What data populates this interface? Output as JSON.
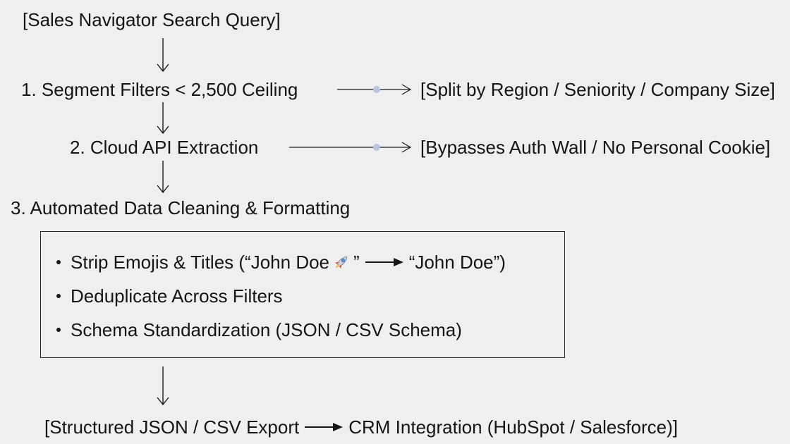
{
  "diagram": {
    "title": "[Sales Navigator Search Query]",
    "step1": {
      "label": "1. Segment Filters < 2,500 Ceiling",
      "note": "[Split by Region / Seniority / Company Size]"
    },
    "step2": {
      "label": "2. Cloud API Extraction",
      "note": "[Bypasses Auth Wall / No Personal Cookie]"
    },
    "step3": {
      "label": "3. Automated Data Cleaning & Formatting",
      "bullets": {
        "b1_before": "Strip Emojis & Titles (“John Doe",
        "b1_after": "”",
        "b1_result": "“John Doe”)",
        "b2": "Deduplicate Across Filters",
        "b3": "Schema Standardization (JSON / CSV Schema)"
      }
    },
    "output": {
      "left": "[Structured JSON / CSV Export",
      "right": "CRM Integration (HubSpot / Salesforce)]"
    },
    "colors": {
      "background": "#efefef",
      "text": "#151515",
      "connector_dot": "#b8c6dd"
    },
    "icons": [
      "rocket-icon",
      "arrow-down-icon",
      "arrow-right-icon"
    ]
  }
}
